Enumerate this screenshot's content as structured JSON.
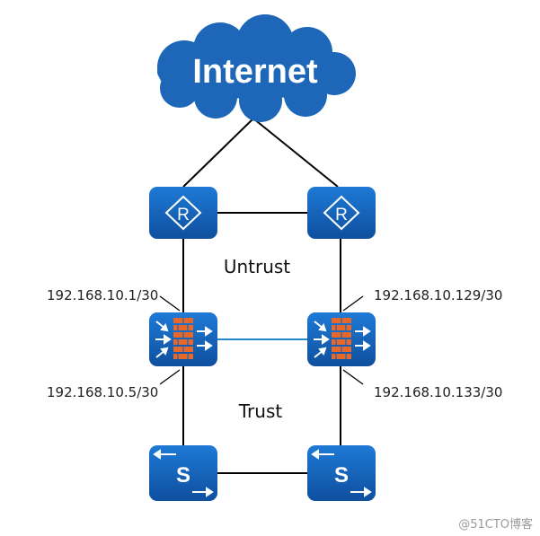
{
  "internet": {
    "label": "Internet"
  },
  "zones": {
    "untrust": "Untrust",
    "trust": "Trust"
  },
  "ips": {
    "fw_left_up": "192.168.10.1/30",
    "fw_left_down": "192.168.10.5/30",
    "fw_right_up": "192.168.10.129/30",
    "fw_right_down": "192.168.10.133/30"
  },
  "router_symbol": "R",
  "switch_symbol": "S",
  "watermark": "@51CTO博客",
  "colors": {
    "device_blue": "#1565C0",
    "cloud_blue": "#1E67B8",
    "firewall_orange": "#E8682A",
    "link_blue": "#1E88C8",
    "link_black": "#000000"
  }
}
